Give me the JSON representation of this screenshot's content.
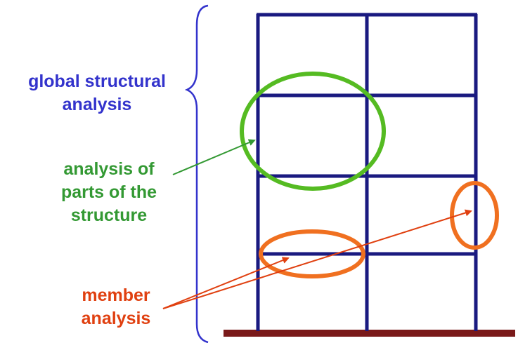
{
  "labels": {
    "global": {
      "lines": [
        "global structural",
        "analysis"
      ],
      "color": "#3333cc"
    },
    "parts": {
      "lines": [
        "analysis of",
        "parts of the",
        "structure"
      ],
      "color": "#339933"
    },
    "member": {
      "lines": [
        "member",
        "analysis"
      ],
      "color": "#e04010"
    }
  },
  "colors": {
    "frame": "#1a1a80",
    "brace": "#3333cc",
    "ground": "#7a1a1a",
    "parts_ellipse": "#55bb22",
    "member_ellipse": "#f07020",
    "parts_arrow": "#339933",
    "member_arrow": "#e04010"
  }
}
